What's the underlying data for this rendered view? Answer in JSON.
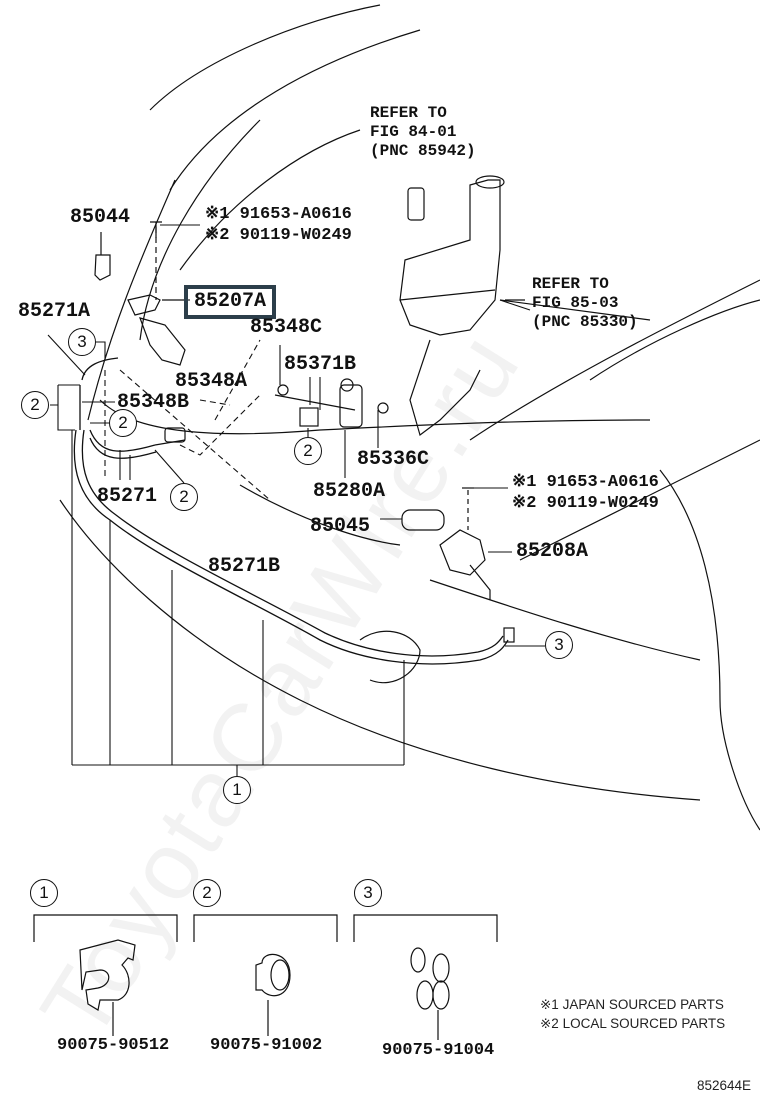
{
  "diagram": {
    "refs": {
      "top": [
        "REFER TO",
        "FIG 84-01",
        "(PNC 85942)"
      ],
      "right": [
        "REFER TO",
        "FIG 85-03",
        "(PNC 85330)"
      ]
    },
    "parts": {
      "p85044": "85044",
      "p85271A": "85271A",
      "p85207A": "85207A",
      "p85348C": "85348C",
      "p85371B": "85371B",
      "p85348A": "85348A",
      "p85348B": "85348B",
      "p85336C": "85336C",
      "p85271": "85271",
      "p85280A": "85280A",
      "p85045": "85045",
      "p85208A": "85208A",
      "p85271B": "85271B"
    },
    "bolt_top": {
      "mark1": "※1",
      "part1": "91653-A0616",
      "mark2": "※2",
      "part2": "90119-W0249"
    },
    "bolt_right": {
      "mark1": "※1",
      "part1": "91653-A0616",
      "mark2": "※2",
      "part2": "90119-W0249"
    },
    "callouts": {
      "one": "1",
      "two": "2",
      "three": "3"
    },
    "clips": [
      {
        "ref": "1",
        "part": "90075-90512"
      },
      {
        "ref": "2",
        "part": "90075-91002"
      },
      {
        "ref": "3",
        "part": "90075-91004"
      }
    ],
    "legend": [
      "※1 JAPAN SOURCED PARTS",
      "※2 LOCAL SOURCED PARTS"
    ],
    "figure_id": "852644E",
    "highlighted_part": "85207A",
    "highlight_color": "#2c3e4a",
    "watermark": "ToyotaCarWire.ru"
  }
}
